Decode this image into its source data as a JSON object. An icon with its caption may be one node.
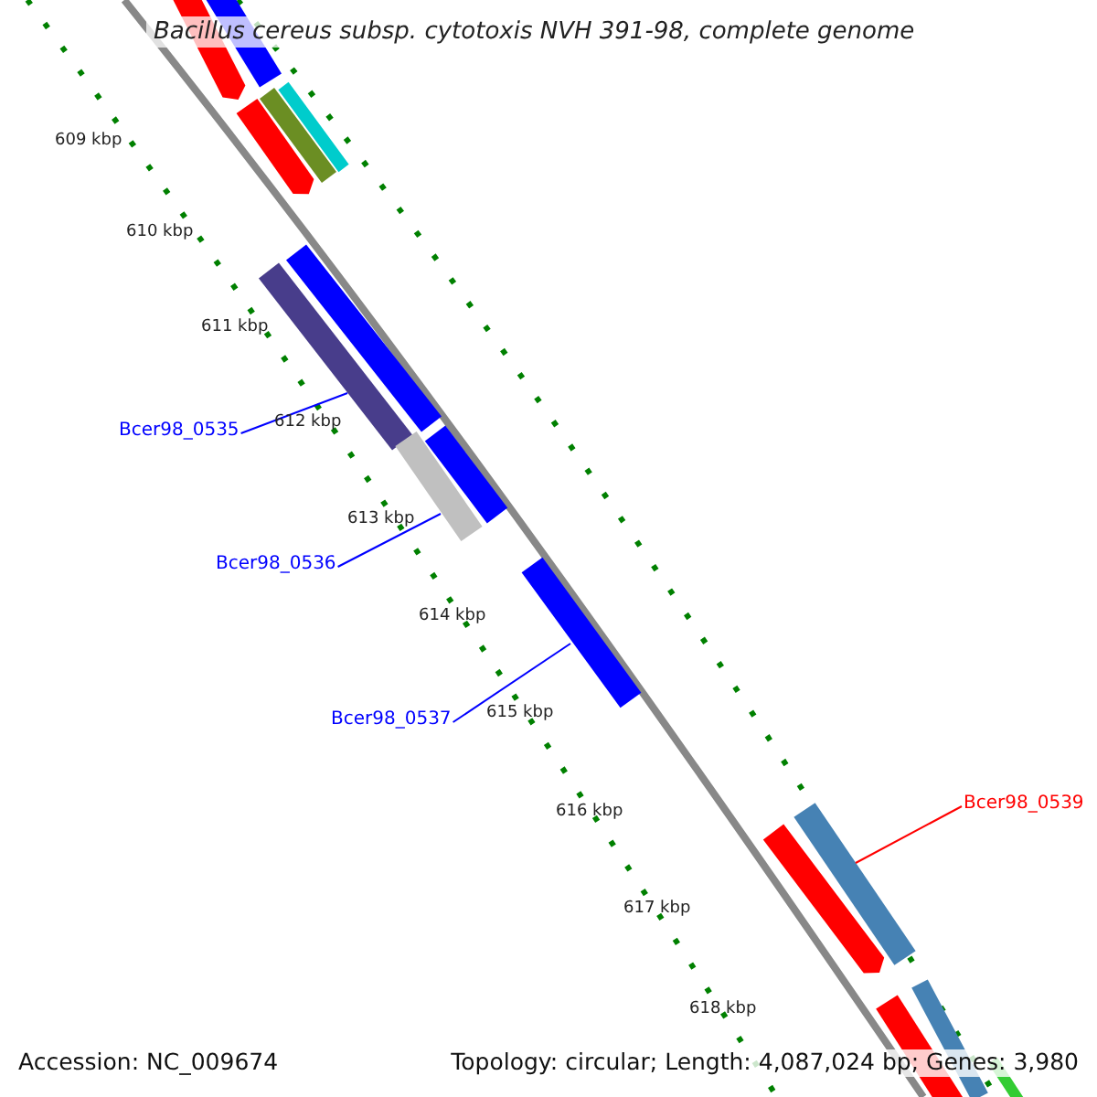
{
  "diagram": {
    "title": "Bacillus cereus subsp. cytotoxis NVH 391-98, complete genome",
    "nodes": [
      {
        "text": [
          "Bcer98_0535"
        ]
      },
      {
        "text": [],
        "shape": "bar"
      },
      {
        "text": [
          "Bcer98_0536"
        ]
      },
      {
        "text": [],
        "shape": "bar"
      },
      {
        "text": [
          "Bcer98_0537"
        ]
      },
      {
        "text": [],
        "shape": "bar"
      },
      {
        "text": [
          "Bcer98_0539"
        ]
      },
      {
        "text": [],
        "shape": "bar"
      },
      {
        "text": [],
        "shape": "bar"
      },
      {
        "text": [],
        "shape": "bar"
      },
      {
        "text": [],
        "shape": "bar"
      },
      {
        "text": [],
        "shape": "bar"
      },
      {
        "text": [],
        "shape": "bar"
      },
      {
        "text": [],
        "shape": "bar"
      },
      {
        "text": [],
        "shape": "bar"
      },
      {
        "text": [],
        "shape": "bar"
      },
      {
        "text": [],
        "shape": "bar"
      },
      {
        "text": [],
        "shape": "bar"
      },
      {
        "text": [],
        "shape": "bar"
      }
    ],
    "edges": [
      {
        "from": 0,
        "to": 1,
        "arrow": "none"
      },
      {
        "from": 2,
        "to": 3,
        "arrow": "none"
      },
      {
        "from": 4,
        "to": 5,
        "arrow": "none"
      },
      {
        "from": 6,
        "to": 7,
        "arrow": "none",
        "color": "#ff0000"
      }
    ],
    "labels": [
      "609 kbp",
      "610 kbp",
      "611 kbp",
      "612 kbp",
      "613 kbp",
      "614 kbp",
      "615 kbp",
      "616 kbp",
      "617 kbp",
      "618 kbp",
      "Accession: NC_009674",
      "Topology: circular; Length: 4,087,024 bp; Genes: 3,980"
    ]
  }
}
